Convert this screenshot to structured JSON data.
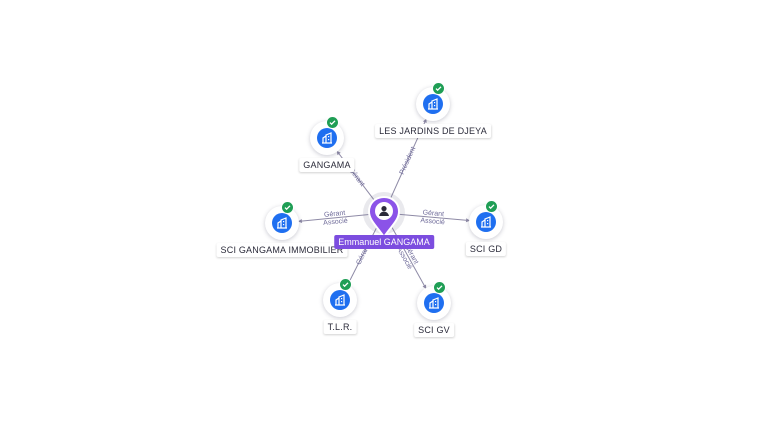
{
  "person": {
    "name": "Emmanuel GANGAMA",
    "icon": "person-icon"
  },
  "companies": [
    {
      "label": "LES JARDINS DE DJEYA",
      "role": "Président",
      "icon": "building-icon",
      "status": "verified"
    },
    {
      "label": "GANGAMA",
      "role": "Gérant",
      "icon": "building-icon",
      "status": "verified"
    },
    {
      "label": "SCI GANGAMA IMMOBILIER",
      "role": "Gérant\nAssocié",
      "icon": "building-icon",
      "status": "verified"
    },
    {
      "label": "SCI GD",
      "role": "Gérant\nAssocié",
      "icon": "building-icon",
      "status": "verified"
    },
    {
      "label": "T.L.R.",
      "role": "Gérant",
      "icon": "building-icon",
      "status": "verified"
    },
    {
      "label": "SCI GV",
      "role": "Gérant\nAssocié",
      "icon": "building-icon",
      "status": "verified"
    }
  ],
  "colors": {
    "company": "#1f6ff0",
    "verified": "#1f9e55",
    "person": "#7c4ddf",
    "edge": "#8e8aa6"
  }
}
